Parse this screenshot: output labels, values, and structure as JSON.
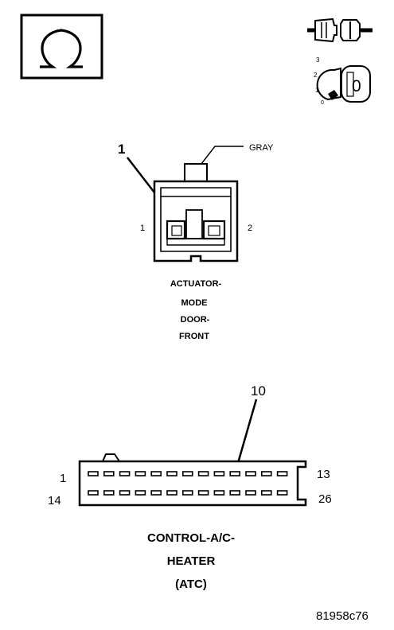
{
  "symbols": {
    "ohmmeter": "omega-icon",
    "connector": "disconnect-connector-icon",
    "ignition": "ignition-key-icon",
    "ignition_positions": [
      "3",
      "2",
      "1",
      "0"
    ],
    "key_label": "0"
  },
  "actuator_connector": {
    "callout": "1",
    "wire_color": "GRAY",
    "pin_left": "1",
    "pin_right": "2",
    "name_lines": [
      "ACTUATOR-",
      "MODE",
      "DOOR-",
      "FRONT"
    ]
  },
  "control_connector": {
    "callout": "10",
    "pin_top_left": "1",
    "pin_top_right": "13",
    "pin_bottom_left": "14",
    "pin_bottom_right": "26",
    "name_lines": [
      "CONTROL-A/C-",
      "HEATER",
      "(ATC)"
    ]
  },
  "figure_id": "81958c76"
}
